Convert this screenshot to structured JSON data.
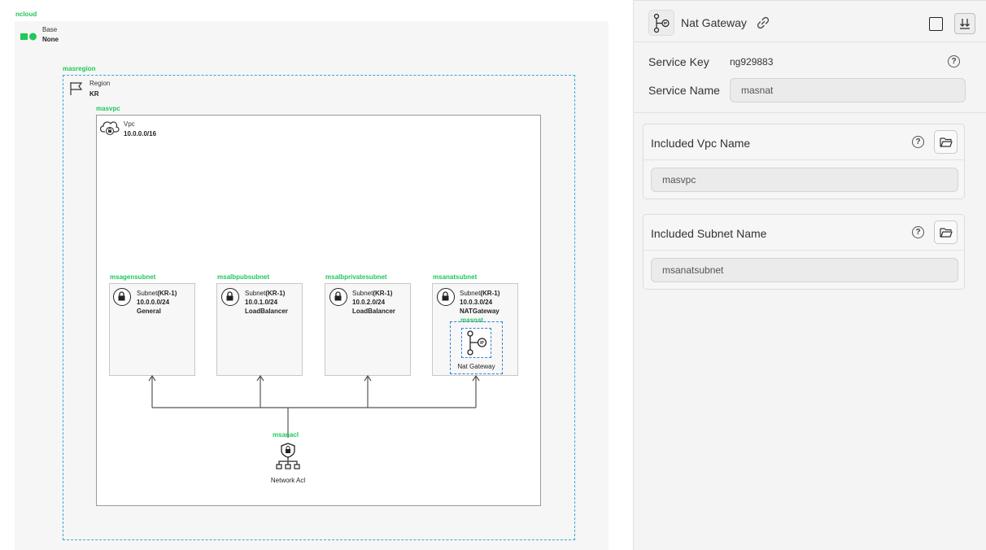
{
  "canvas": {
    "root_label": "ncloud",
    "base": {
      "label": "Base",
      "value": "None"
    },
    "region": {
      "name": "masregion",
      "label": "Region",
      "value": "KR"
    },
    "vpc": {
      "name": "masvpc",
      "label": "Vpc",
      "cidr": "10.0.0.0/16"
    },
    "subnets": [
      {
        "name": "msagensubnet",
        "label": "Subnet",
        "zone": "(KR-1)",
        "cidr": "10.0.0.0/24",
        "type": "General"
      },
      {
        "name": "msalbpubsubnet",
        "label": "Subnet",
        "zone": "(KR-1)",
        "cidr": "10.0.1.0/24",
        "type": "LoadBalancer"
      },
      {
        "name": "msalbprivatesubnet",
        "label": "Subnet",
        "zone": "(KR-1)",
        "cidr": "10.0.2.0/24",
        "type": "LoadBalancer"
      },
      {
        "name": "msanatsubnet",
        "label": "Subnet",
        "zone": "(KR-1)",
        "cidr": "10.0.3.0/24",
        "type": "NATGateway"
      }
    ],
    "nat": {
      "name": "masnat",
      "label": "Nat Gateway"
    },
    "acl": {
      "name": "msanacl",
      "label": "Network Acl"
    }
  },
  "panel": {
    "title": "Nat Gateway",
    "service_key_label": "Service Key",
    "service_key_value": "ng929883",
    "service_name_label": "Service Name",
    "service_name_value": "masnat",
    "vpc_card": {
      "label": "Included Vpc Name",
      "value": "masvpc"
    },
    "subnet_card": {
      "label": "Included Subnet Name",
      "value": "msanatsubnet"
    },
    "help_glyph": "?"
  },
  "colors": {
    "accent_green": "#1ec85a",
    "dashed_blue": "#3aa6d6",
    "nat_blue": "#2f7fd6"
  }
}
